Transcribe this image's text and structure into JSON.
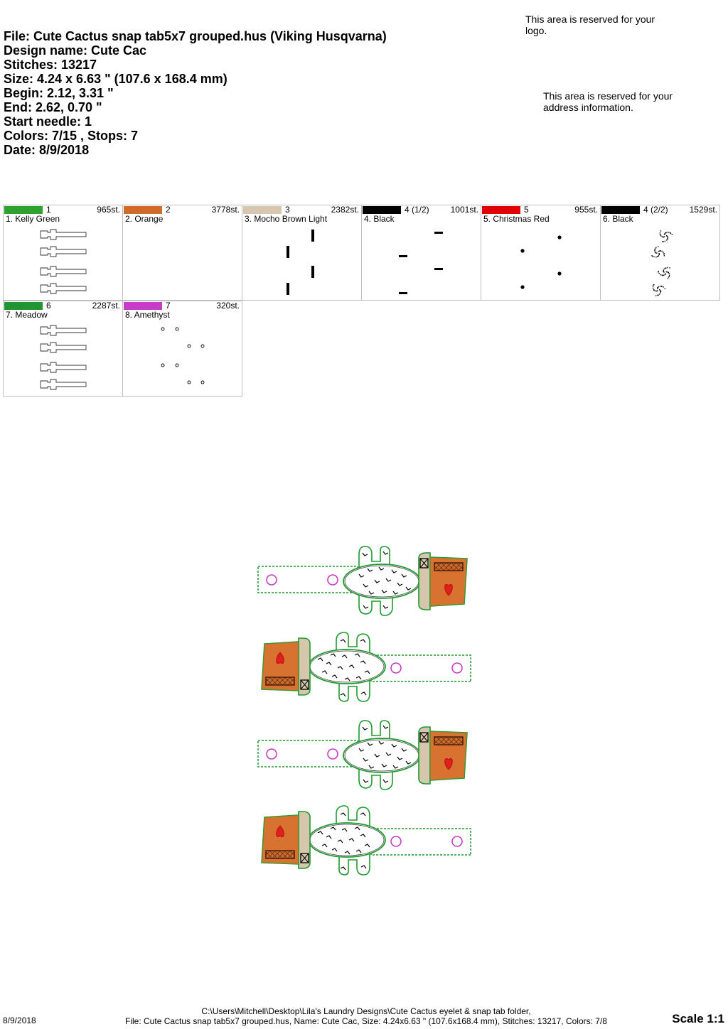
{
  "header": {
    "file": "File: Cute Cactus snap tab5x7 grouped.hus  (Viking Husqvarna)",
    "design_name": "Design name: Cute Cac",
    "stitches": "Stitches: 13217",
    "size": "Size: 4.24 x 6.63 \" (107.6 x 168.4 mm)",
    "begin": "Begin: 2.12, 3.31 \"",
    "end": "End: 2.62, 0.70 \"",
    "start_needle": "Start needle: 1",
    "colors": "Colors: 7/15 , Stops: 7",
    "date": "Date: 8/9/2018"
  },
  "reserved": {
    "logo": "This area is reserved for your logo.",
    "address": "This area is reserved for your address information."
  },
  "swatches": [
    {
      "num": "1",
      "stitches": "965st.",
      "name": "1. Kelly Green",
      "color": "#2ea12e",
      "kind": "tabs"
    },
    {
      "num": "2",
      "stitches": "3778st.",
      "name": "2. Orange",
      "color": "#d06b2c",
      "kind": "pots"
    },
    {
      "num": "3",
      "stitches": "2382st.",
      "name": "3. Mocho Brown Light",
      "color": "#d7c6ae",
      "kind": "bars"
    },
    {
      "num": "4 (1/2)",
      "stitches": "1001st.",
      "name": "4. Black",
      "color": "#000000",
      "kind": "dashes"
    },
    {
      "num": "5",
      "stitches": "955st.",
      "name": "5. Christmas Red",
      "color": "#e00000",
      "kind": "dots"
    },
    {
      "num": "4 (2/2)",
      "stitches": "1529st.",
      "name": "6. Black",
      "color": "#000000",
      "kind": "speckle"
    },
    {
      "num": "6",
      "stitches": "2287st.",
      "name": "7. Meadow",
      "color": "#229432",
      "kind": "tabs"
    },
    {
      "num": "7",
      "stitches": "320st.",
      "name": "8. Amethyst",
      "color": "#c63cc6",
      "kind": "rings"
    }
  ],
  "footer": {
    "date": "8/9/2018",
    "path": "C:\\Users\\Mitchell\\Desktop\\Lila's Laundry Designs\\Cute Cactus eyelet & snap tab folder,",
    "summary": "File: Cute Cactus snap tab5x7 grouped.hus, Name: Cute Cac, Size: 4.24x6.63 \" (107.6x168.4 mm), Stitches: 13217, Colors: 7/8",
    "scale": "Scale 1:1"
  }
}
